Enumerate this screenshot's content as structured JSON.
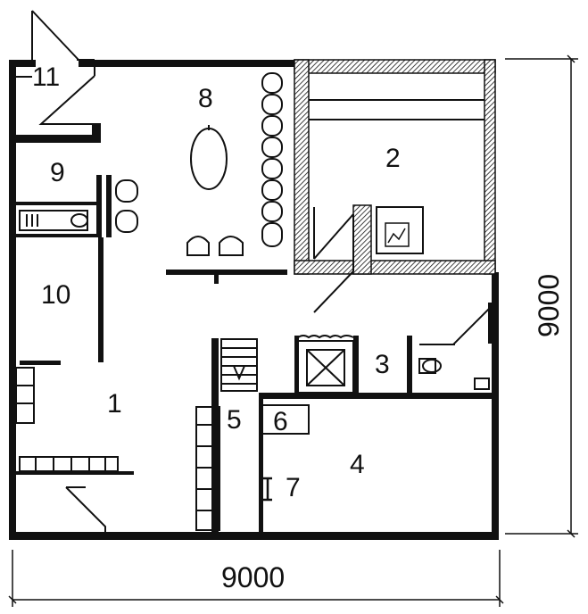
{
  "rooms": {
    "r1": "1",
    "r2": "2",
    "r3": "3",
    "r4": "4",
    "r5": "5",
    "r6": "6",
    "r7": "7",
    "r8": "8",
    "r9": "9",
    "r10": "10",
    "r11": "11"
  },
  "dimensions": {
    "width": "9000",
    "height": "9000"
  }
}
